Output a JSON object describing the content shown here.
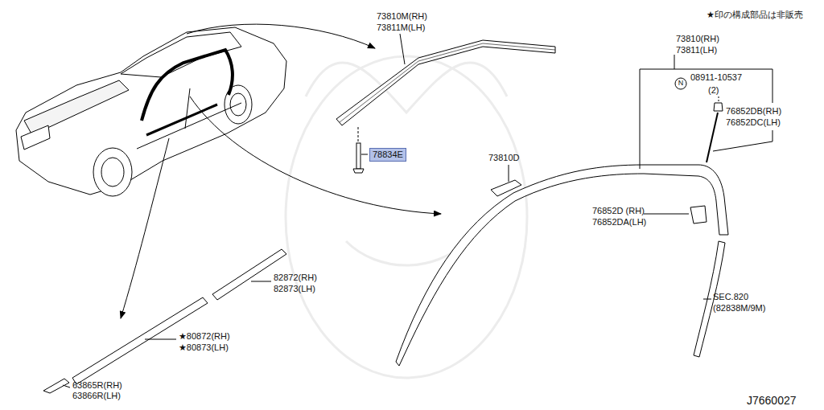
{
  "diagram": {
    "nodes": [
      {
        "text": [
          "78834E"
        ]
      }
    ],
    "labels": [
      "★印の構成部品は非販売",
      "73810M(RH)",
      "73811M(LH)",
      "73810(RH)",
      "73811(LH)",
      "N",
      "08911-10537",
      "(2)",
      "76852DB(RH)",
      "76852DC(LH)",
      "73810D",
      "76852D (RH)",
      "76852DA(LH)",
      "SEC.820",
      "(82838M/9M)",
      "82872(RH)",
      "82873(LH)",
      "★80872(RH)",
      "★80873(LH)",
      "63865R(RH)",
      "63866R(LH)",
      "J7660027"
    ]
  }
}
